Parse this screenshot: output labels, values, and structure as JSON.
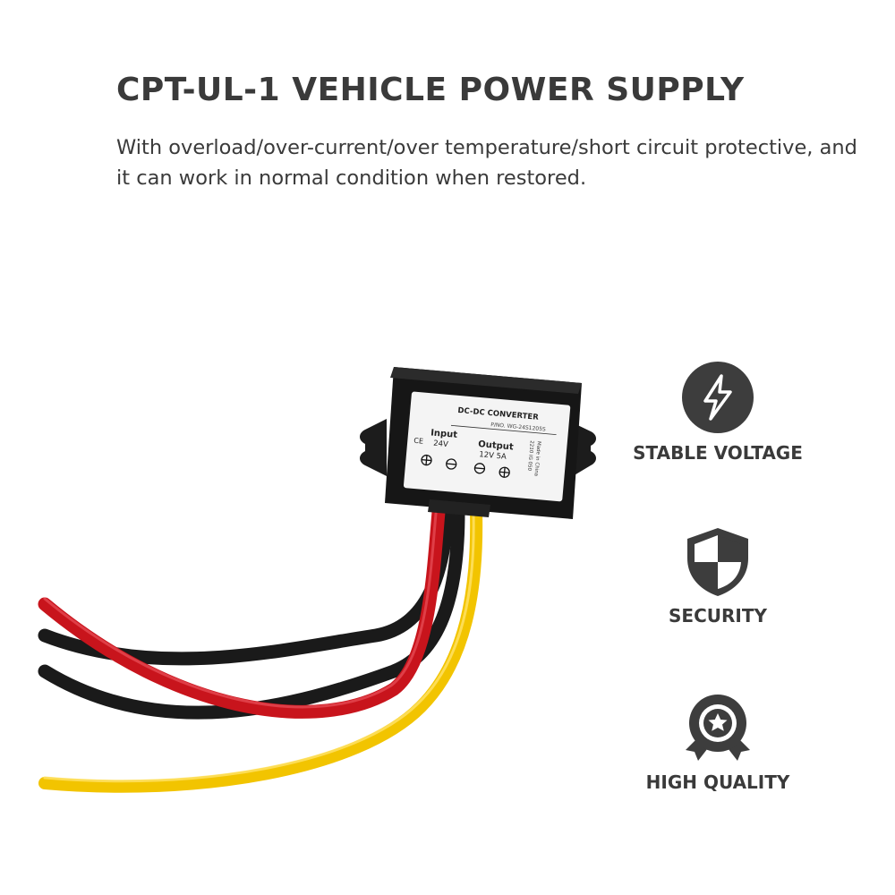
{
  "title": "CPT-UL-1 VEHICLE POWER SUPPLY",
  "subtitle": "With overload/over-current/over temperature/short circuit protective, and it can work in normal condition when restored.",
  "product": {
    "label_title": "DC-DC CONVERTER",
    "part_number": "P/NO. WG-24S1205S",
    "input_label": "Input",
    "input_value": "24V",
    "output_label": "Output",
    "output_value": "12V 5A",
    "ce_mark": "CE",
    "side_text_1": "Made in China",
    "side_text_2": "2210 IG   050",
    "wire_colors": {
      "red": "#c8141c",
      "black": "#1a1a1a",
      "yellow": "#f2c400"
    }
  },
  "features": [
    {
      "icon": "lightning-icon",
      "label": "STABLE VOLTAGE"
    },
    {
      "icon": "shield-icon",
      "label": "SECURITY"
    },
    {
      "icon": "award-badge-icon",
      "label": "HIGH QUALITY"
    }
  ],
  "colors": {
    "text": "#3a3a3a",
    "icon_circle": "#3d3d3d",
    "background": "#ffffff"
  }
}
